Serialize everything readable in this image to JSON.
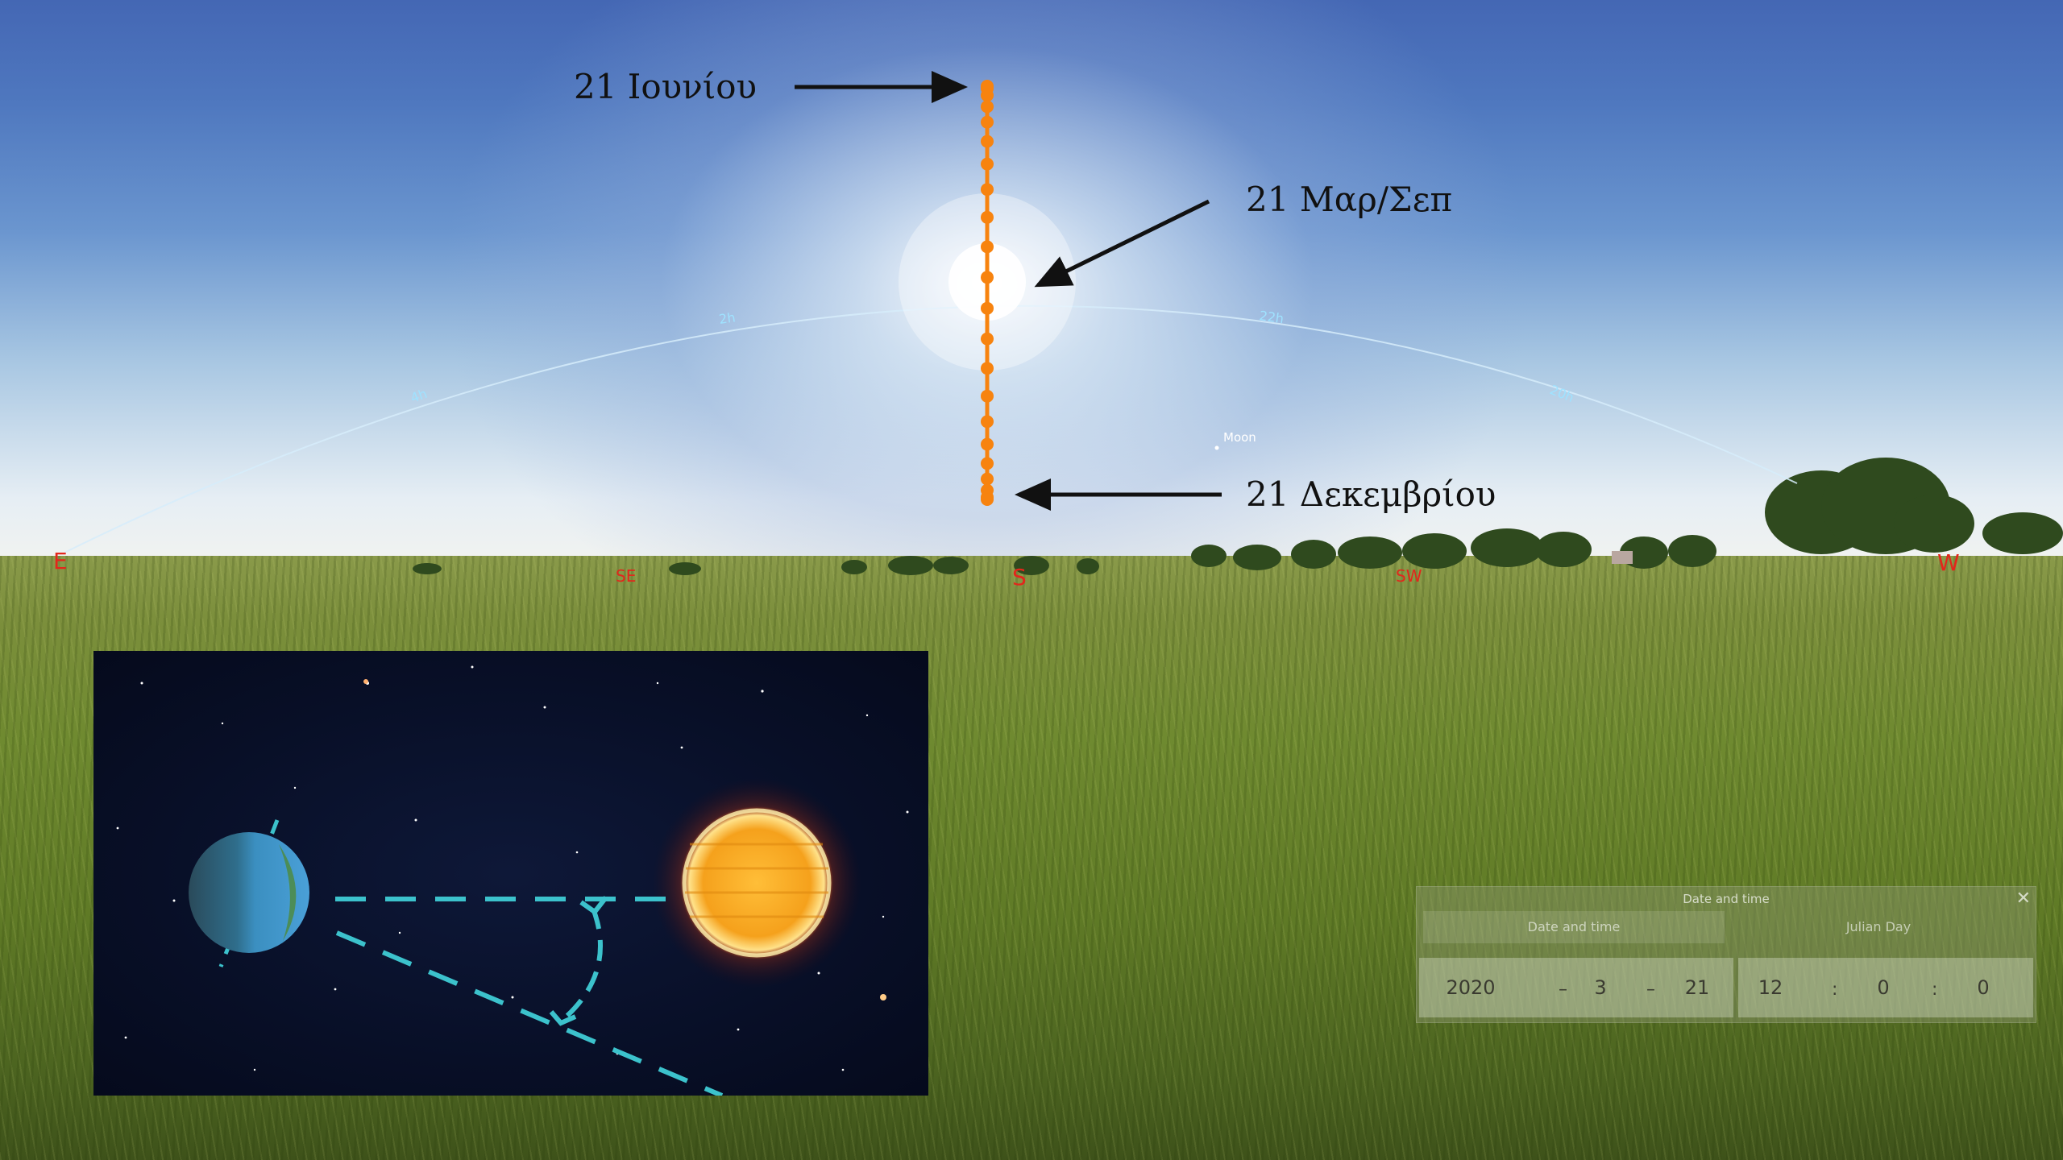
{
  "annotations": {
    "june": "21 Ιουνίου",
    "equinox": "21 Μαρ/Σεπ",
    "december": "21 Δεκεμβρίου"
  },
  "sky": {
    "moon_label": "Moon",
    "hour_labels": [
      "4h",
      "2h",
      "22h",
      "20h"
    ]
  },
  "compass": {
    "east": "E",
    "southeast": "SE",
    "south": "S",
    "southwest": "SW",
    "west": "W"
  },
  "colors": {
    "sun_path": "#f7830f",
    "inset_dash": "#3cc2cc",
    "compass": "#e3261b",
    "meridian_line": "#c9e6f4"
  },
  "date_time_panel": {
    "title": "Date and time",
    "tab_date": "Date and time",
    "tab_julian": "Julian Day",
    "year": "2020",
    "month": "3",
    "day": "21",
    "hour": "12",
    "minute": "0",
    "second": "0",
    "date_separator": "–",
    "time_separator": ":",
    "close_icon": "close-icon"
  }
}
